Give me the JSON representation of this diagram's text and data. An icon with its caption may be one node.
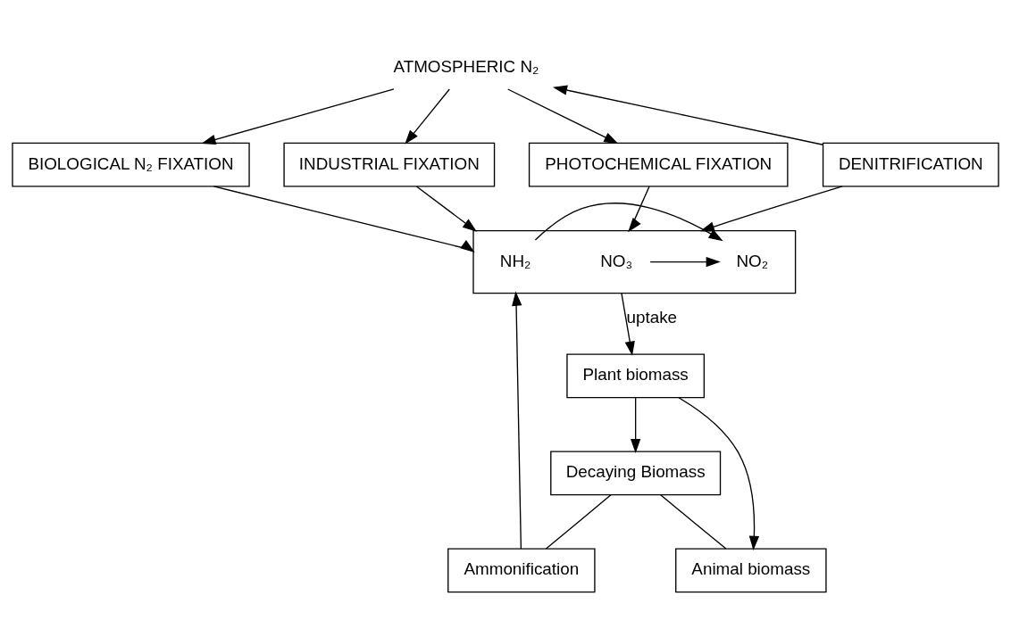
{
  "diagram": {
    "nodes": [
      {
        "text": [
          "ATMOSPHERIC N₂"
        ]
      },
      {
        "text": [
          "BIOLOGICAL N₂ FIXATION"
        ]
      },
      {
        "text": [
          "INDUSTRIAL FIXATION"
        ]
      },
      {
        "text": [
          "PHOTOCHEMICAL FIXATION"
        ]
      },
      {
        "text": [
          "DENITRIFICATION"
        ]
      },
      {
        "text": [],
        "shape": "box"
      },
      {
        "text": [
          "NH₂"
        ],
        "in": 5
      },
      {
        "text": [
          "NO₂"
        ],
        "in": 5
      },
      {
        "text": [
          "NO₃"
        ],
        "in": 5
      },
      {
        "text": [
          "Ammonification"
        ]
      },
      {
        "text": [
          "Plant biomass"
        ]
      },
      {
        "text": [
          "Decaying Biomass"
        ]
      },
      {
        "text": [
          "Animal biomass"
        ]
      }
    ],
    "edges": [
      {
        "from": 0,
        "to": 1,
        "arrow": "to"
      },
      {
        "from": 0,
        "to": 2,
        "arrow": "to"
      },
      {
        "from": 0,
        "to": 3,
        "arrow": "to"
      },
      {
        "from": 4,
        "to": 0,
        "arrow": "to"
      },
      {
        "from": 1,
        "to": 5,
        "arrow": "to"
      },
      {
        "from": 2,
        "to": 5,
        "arrow": "to"
      },
      {
        "from": 3,
        "to": 5,
        "arrow": "to"
      },
      {
        "from": 4,
        "to": 5,
        "arrow": "to"
      },
      {
        "from": 6,
        "to": 7,
        "arrow": "to"
      },
      {
        "from": 8,
        "to": 7,
        "arrow": "to"
      },
      {
        "from": 9,
        "to": 5,
        "arrow": "to"
      },
      {
        "from": 5,
        "to": 10,
        "arrow": "to",
        "label": "uptake"
      },
      {
        "from": 10,
        "to": 11,
        "arrow": "to"
      },
      {
        "from": 11,
        "to": 9,
        "arrow": "none"
      },
      {
        "from": 10,
        "to": 12,
        "arrow": "to"
      },
      {
        "from": 11,
        "to": 12,
        "arrow": "none"
      }
    ]
  }
}
